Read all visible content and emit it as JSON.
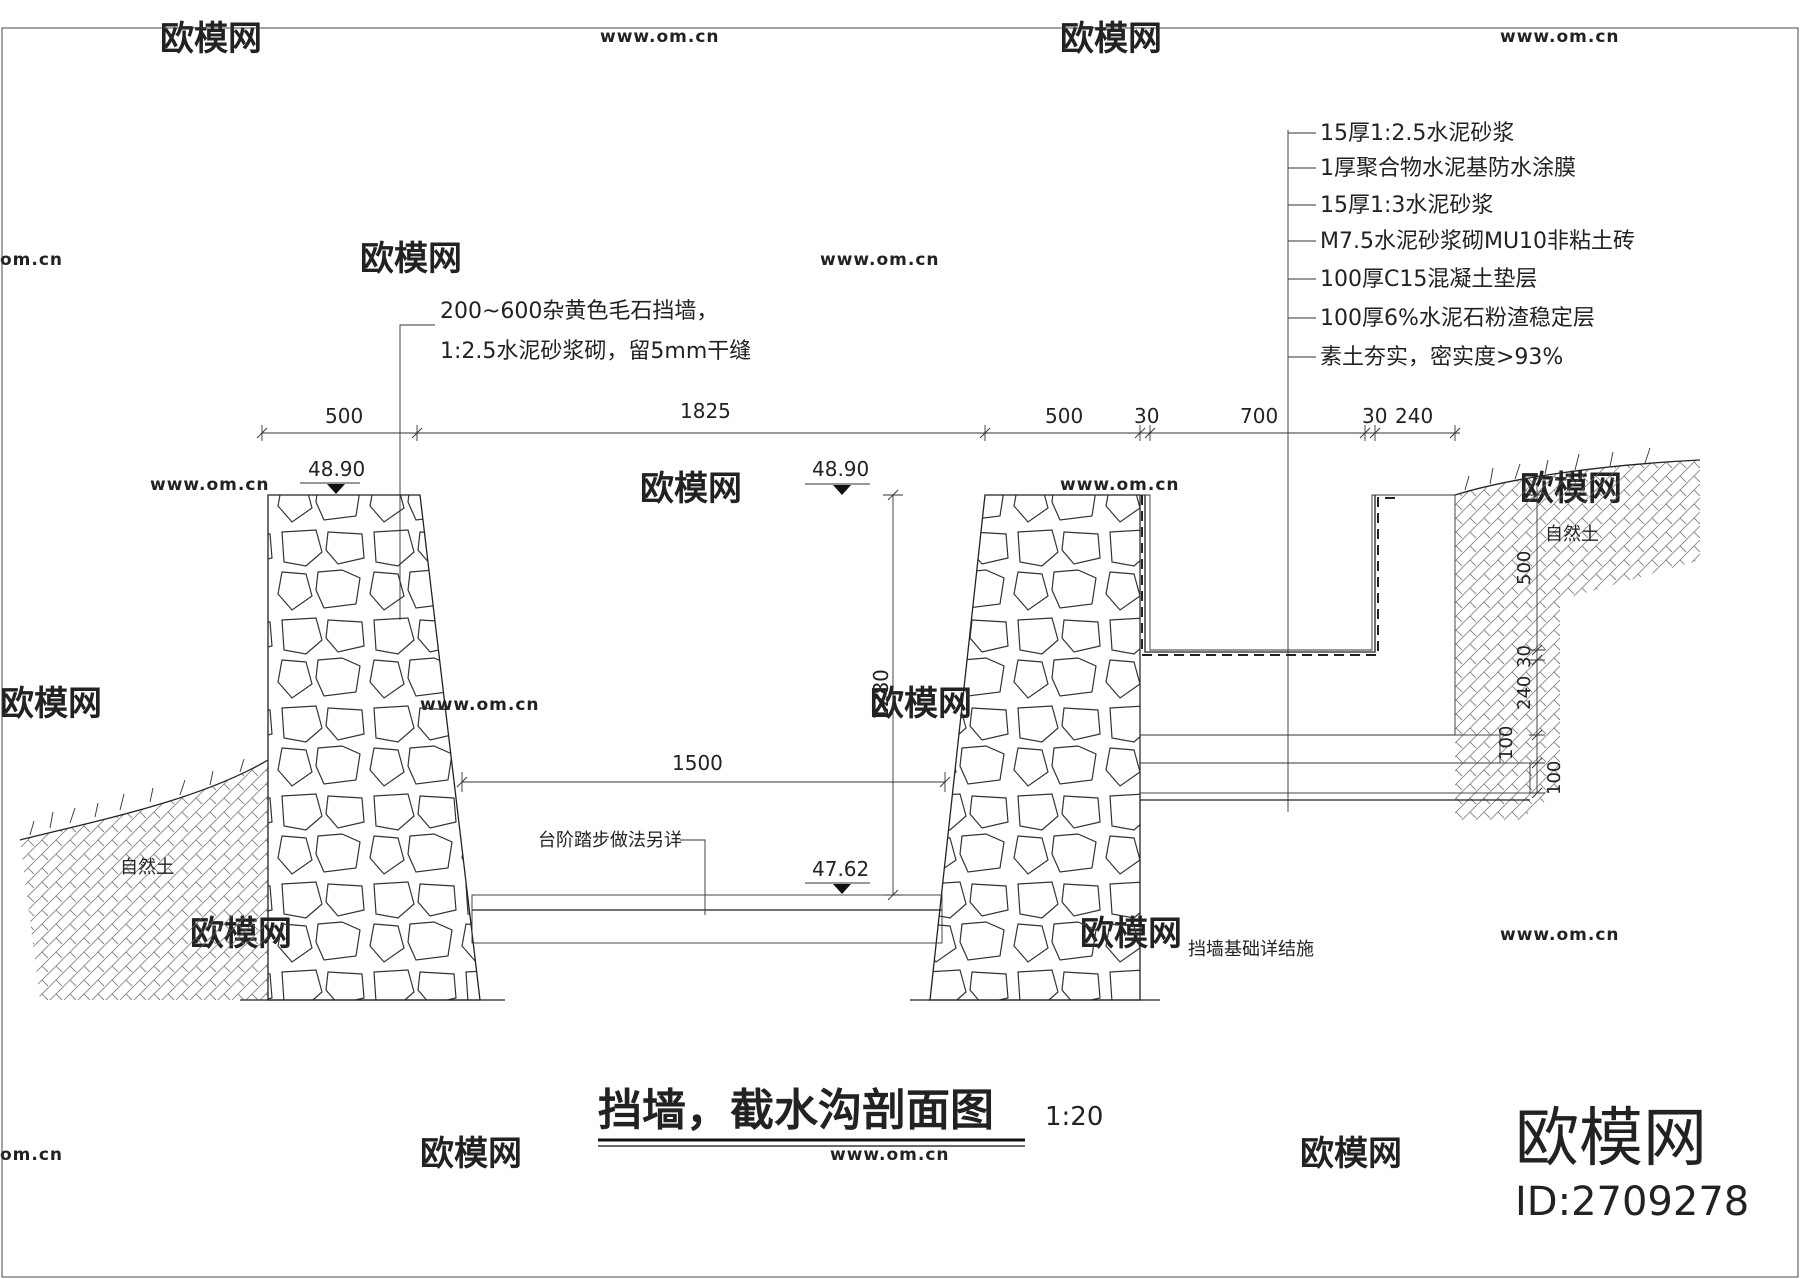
{
  "title": "挡墙，截水沟剖面图",
  "scale": "1:20",
  "brand": {
    "name": "欧模网",
    "id": "ID:2709278"
  },
  "watermark": {
    "name": "欧模网",
    "url": "www.om.cn",
    "short": "om.cn"
  },
  "left_note": {
    "line1": "200~600杂黄色毛石挡墙，",
    "line2": "1:2.5水泥砂浆砌，留5mm干缝"
  },
  "layers": [
    "15厚1:2.5水泥砂浆",
    "1厚聚合物水泥基防水涂膜",
    "15厚1:3水泥砂浆",
    "M7.5水泥砂浆砌MU10非粘土砖",
    "100厚C15混凝土垫层",
    "100厚6%水泥石粉渣稳定层",
    "素土夯实，密实度>93%"
  ],
  "top_dims": [
    "500",
    "1825",
    "500",
    "30",
    "700",
    "30",
    "240"
  ],
  "elevations": {
    "top_left": "48.90",
    "top_mid": "48.90",
    "bottom": "47.62"
  },
  "inner_dims": {
    "height": "1280",
    "bottom_width": "1500"
  },
  "right_vertical_dims": [
    "500",
    "30",
    "240",
    "100",
    "100"
  ],
  "labels": {
    "natural_soil_left": "自然土",
    "natural_soil_right": "自然土",
    "step_note": "台阶踏步做法另详",
    "foundation_note": "挡墙基础详结施"
  }
}
